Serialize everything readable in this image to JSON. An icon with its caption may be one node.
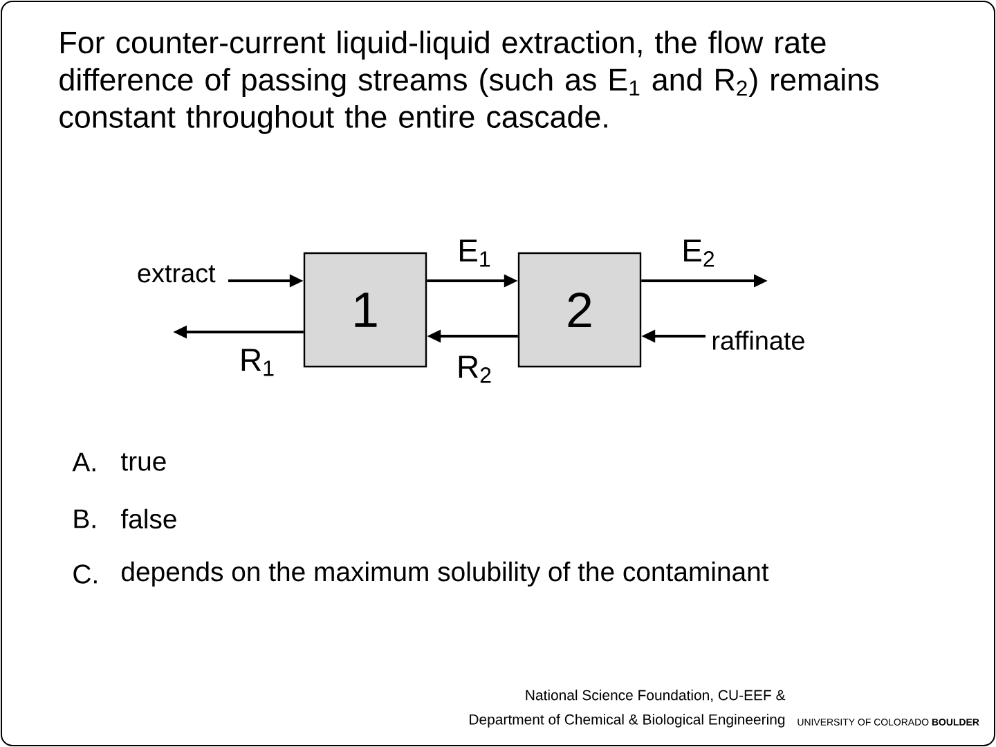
{
  "diagram": {
    "nodes": [
      {
        "text": [
          "1"
        ]
      },
      {
        "text": [
          "2"
        ]
      },
      {
        "text": [
          "extract"
        ]
      },
      {
        "text": [
          "raffinate"
        ]
      }
    ],
    "edges": [
      {
        "from": 2,
        "to": 0,
        "arrow": "to"
      },
      {
        "from": 0,
        "to": 1,
        "arrow": "to",
        "label": "E$_{1}$"
      },
      {
        "from": 1,
        "to": null,
        "arrow": "to",
        "label": "E$_{2}$"
      },
      {
        "from": 3,
        "to": 1,
        "arrow": "to"
      },
      {
        "from": 1,
        "to": 0,
        "arrow": "to",
        "label": "R$_{2}$"
      },
      {
        "from": 0,
        "to": null,
        "arrow": "to",
        "label": "R$_{1}$"
      }
    ],
    "labels": [
      "For counter-current liquid-liquid extraction, the flow rate difference of passing streams (such as E$_{1}$ and R$_{2}$) remains constant throughout the entire cascade.",
      "A.",
      "true",
      "B.",
      "false",
      "C.",
      "depends on the maximum solubility of the contaminant",
      "National Science Foundation, CU-EEF &",
      "Department of Chemical & Biological Engineering",
      "UNIVERSITY OF COLORADO **BOULDER**"
    ]
  }
}
